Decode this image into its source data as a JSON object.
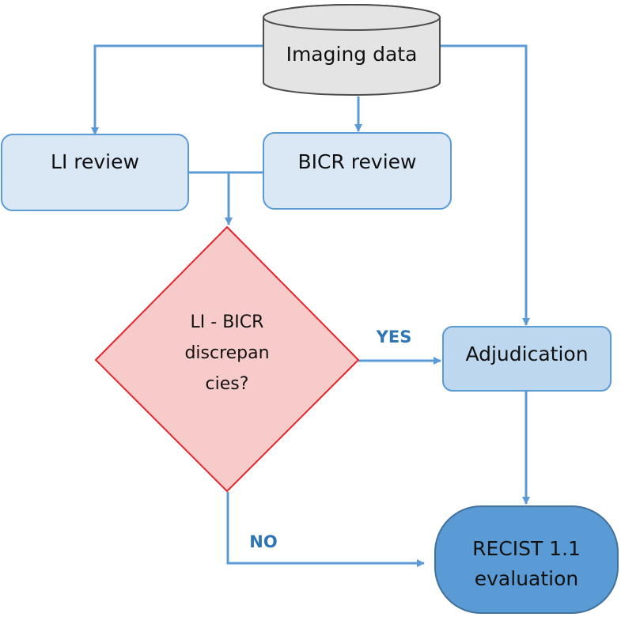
{
  "nodes": {
    "imaging_data": {
      "label": "Imaging data"
    },
    "li_review": {
      "label": "LI review"
    },
    "bicr_review": {
      "label": "BICR review"
    },
    "discrepancy": {
      "lines": [
        "LI - BICR",
        "discrepan",
        "cies?"
      ]
    },
    "adjudication": {
      "label": "Adjudication"
    },
    "recist": {
      "lines": [
        "RECIST 1.1",
        "evaluation"
      ]
    }
  },
  "edges": {
    "yes_label": "YES",
    "no_label": "NO"
  },
  "colors": {
    "arrow": "#5b9bd5",
    "box_fill": "#dae8f5",
    "box_stroke": "#5b9bd5",
    "diamond_fill": "#f8cbcb",
    "diamond_stroke": "#e8242a",
    "database_fill": "#e4e4e4",
    "database_stroke": "#4d4d4d",
    "adjudication_fill": "#bdd7ee",
    "recist_fill": "#5b9bd5",
    "edge_label": "#2e75b6"
  }
}
